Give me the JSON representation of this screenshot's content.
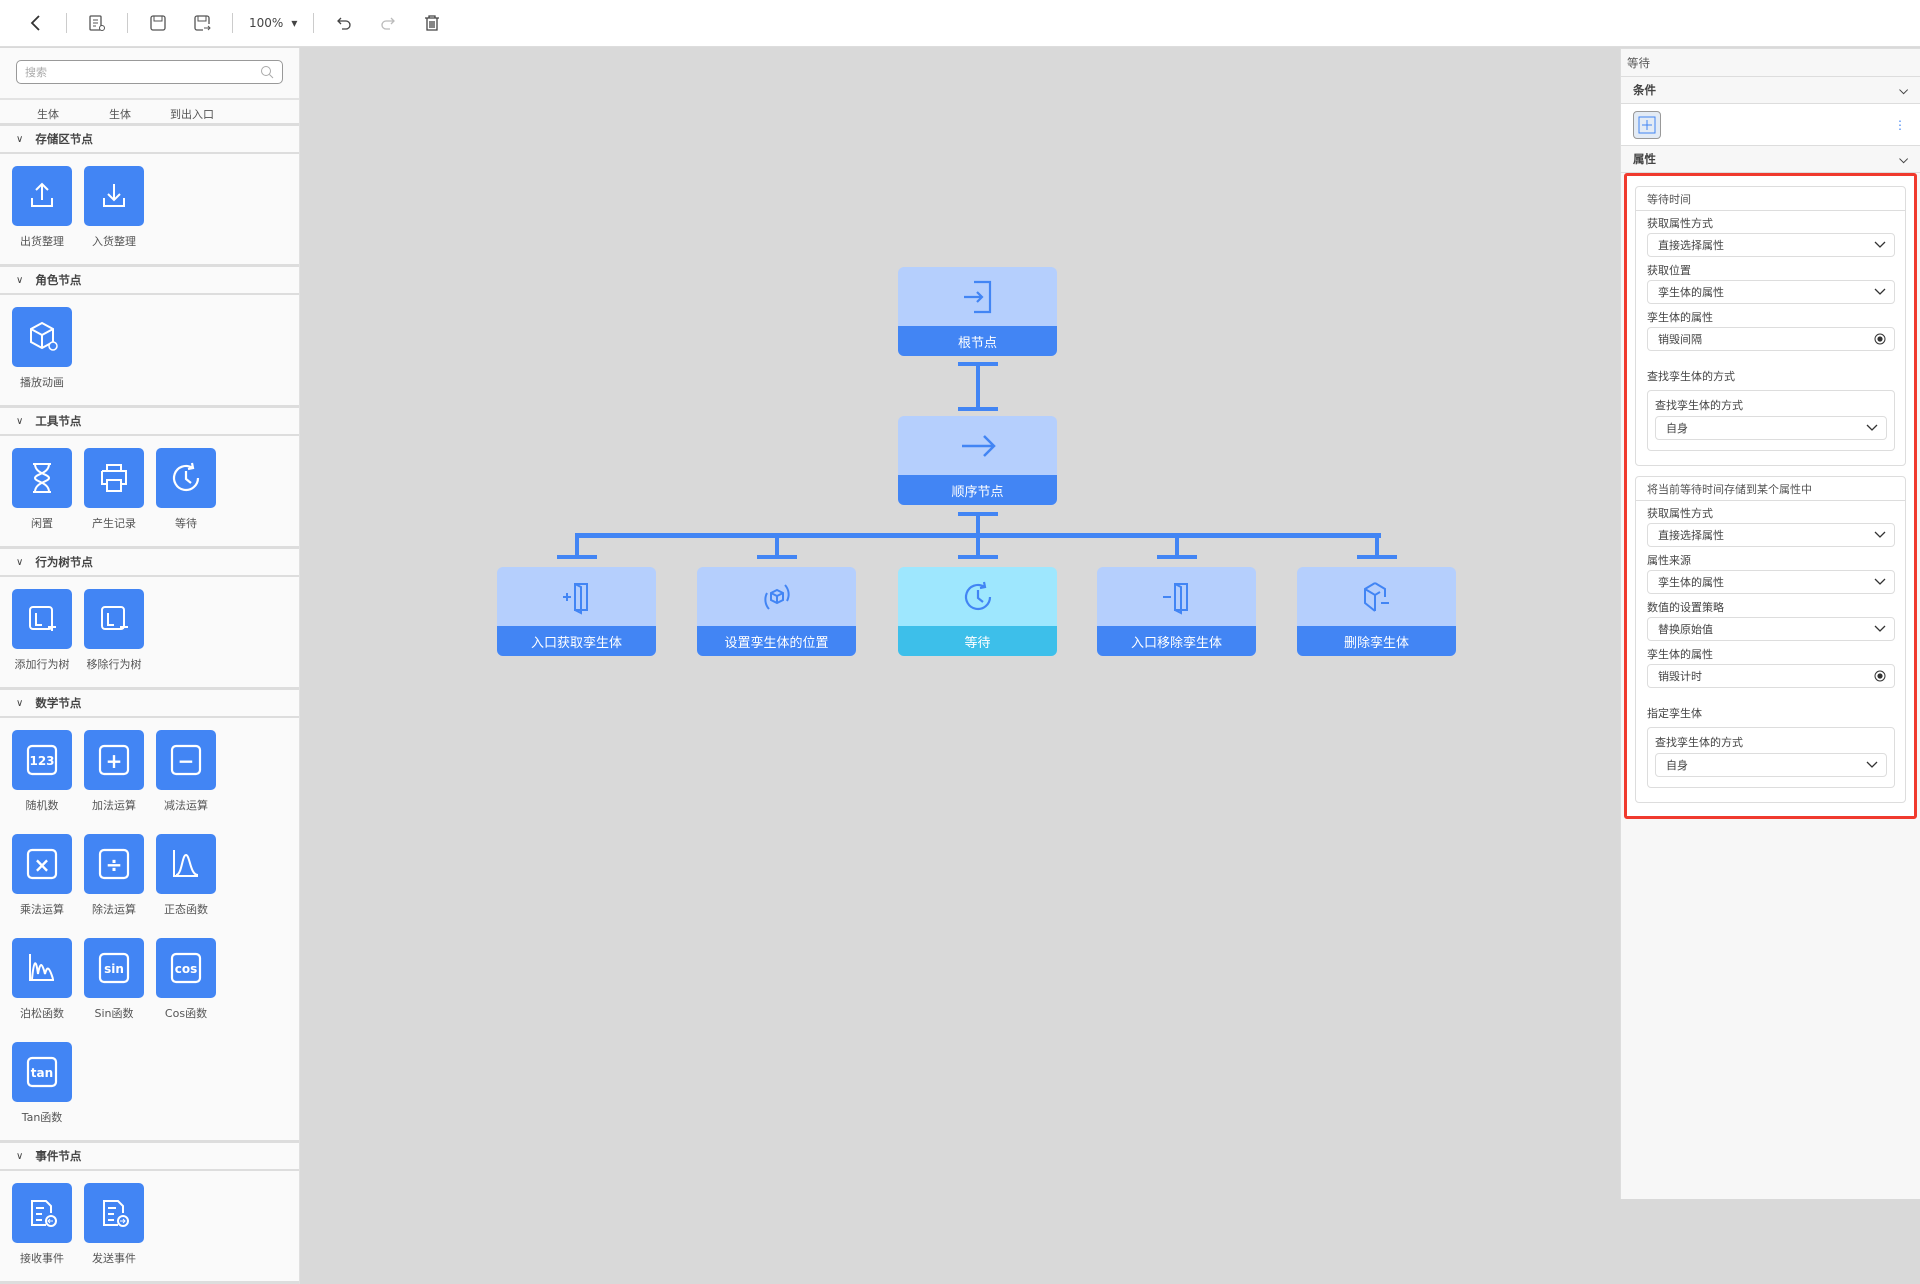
{
  "toolbar": {
    "zoom": "100%",
    "icons": [
      "back-icon",
      "settings-doc-icon",
      "save-icon",
      "save-as-icon",
      "undo-icon",
      "redo-icon",
      "delete-icon"
    ]
  },
  "sidebar": {
    "search_placeholder": "搜索",
    "cut_row": [
      "生体",
      "生体",
      "到出入口"
    ],
    "sections": [
      {
        "title": "存储区节点",
        "items": [
          {
            "label": "出货整理",
            "icon": "upload"
          },
          {
            "label": "入货整理",
            "icon": "download"
          }
        ]
      },
      {
        "title": "角色节点",
        "items": [
          {
            "label": "播放动画",
            "icon": "cube-play"
          }
        ]
      },
      {
        "title": "工具节点",
        "items": [
          {
            "label": "闲置",
            "icon": "hourglass"
          },
          {
            "label": "产生记录",
            "icon": "printer"
          },
          {
            "label": "等待",
            "icon": "clock"
          }
        ]
      },
      {
        "title": "行为树节点",
        "items": [
          {
            "label": "添加行为树",
            "icon": "tree-add"
          },
          {
            "label": "移除行为树",
            "icon": "tree-remove"
          }
        ]
      },
      {
        "title": "数学节点",
        "items": [
          {
            "label": "随机数",
            "icon": "t:123"
          },
          {
            "label": "加法运算",
            "icon": "t:+"
          },
          {
            "label": "减法运算",
            "icon": "t:−"
          },
          {
            "label": "乘法运算",
            "icon": "t:×"
          },
          {
            "label": "除法运算",
            "icon": "t:÷"
          },
          {
            "label": "正态函数",
            "icon": "normal"
          },
          {
            "label": "泊松函数",
            "icon": "poisson"
          },
          {
            "label": "Sin函数",
            "icon": "t:sin"
          },
          {
            "label": "Cos函数",
            "icon": "t:cos"
          },
          {
            "label": "Tan函数",
            "icon": "t:tan"
          }
        ]
      },
      {
        "title": "事件节点",
        "items": [
          {
            "label": "接收事件",
            "icon": "doc-in"
          },
          {
            "label": "发送事件",
            "icon": "doc-out"
          }
        ]
      }
    ]
  },
  "canvas": {
    "root": {
      "label": "根节点",
      "icon": "enter"
    },
    "sequence": {
      "label": "顺序节点",
      "icon": "arrow-right"
    },
    "children": [
      {
        "label": "入口获取孪生体",
        "icon": "door-add",
        "active": false
      },
      {
        "label": "设置孪生体的位置",
        "icon": "cube-rotate",
        "active": false
      },
      {
        "label": "等待",
        "icon": "clock",
        "active": true
      },
      {
        "label": "入口移除孪生体",
        "icon": "door-remove",
        "active": false
      },
      {
        "label": "删除孪生体",
        "icon": "cube-remove",
        "active": false
      }
    ]
  },
  "panel": {
    "title": "等待",
    "conditions_label": "条件",
    "properties_label": "属性",
    "groups": [
      {
        "title": "等待时间",
        "fields": [
          {
            "label": "获取属性方式",
            "value": "直接选择属性",
            "type": "select"
          },
          {
            "label": "获取位置",
            "value": "孪生体的属性",
            "type": "select"
          },
          {
            "label": "孪生体的属性",
            "value": "销毁间隔",
            "type": "radio"
          }
        ],
        "sub_label": "查找孪生体的方式",
        "sub": {
          "label": "查找孪生体的方式",
          "value": "自身"
        }
      },
      {
        "title": "将当前等待时间存储到某个属性中",
        "fields": [
          {
            "label": "获取属性方式",
            "value": "直接选择属性",
            "type": "select"
          },
          {
            "label": "属性来源",
            "value": "孪生体的属性",
            "type": "select"
          },
          {
            "label": "数值的设置策略",
            "value": "替换原始值",
            "type": "select"
          },
          {
            "label": "孪生体的属性",
            "value": "销毁计时",
            "type": "radio"
          }
        ],
        "sub_label": "指定孪生体",
        "sub": {
          "label": "查找孪生体的方式",
          "value": "自身"
        }
      }
    ]
  },
  "colors": {
    "accent": "#4285f4",
    "node_bg": "#b5cffd",
    "active_node": "#9ee7fe",
    "active_label": "#3dbfea",
    "highlight": "#f03a2e"
  }
}
